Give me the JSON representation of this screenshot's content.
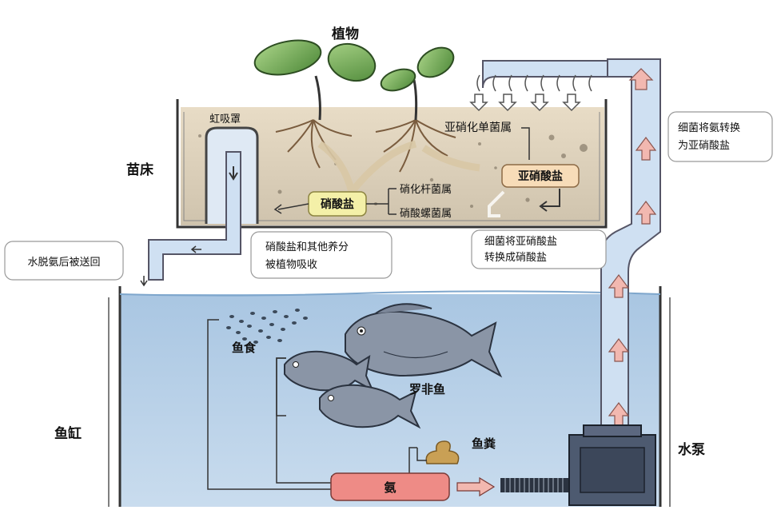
{
  "labels": {
    "plants": "植物",
    "siphon": "虹吸罩",
    "seedbed": "苗床",
    "nitrite_bacteria": "亚硝化单菌属",
    "nitrite": "亚硝酸盐",
    "nitrate": "硝酸盐",
    "nitrobacter": "硝化杆菌属",
    "nitrospira": "硝酸螺菌属",
    "water_return": "水脱氨后被送回",
    "absorption_line1": "硝酸盐和其他养分",
    "absorption_line2": "被植物吸收",
    "bacteria_nitrate_line1": "细菌将亚硝酸盐",
    "bacteria_nitrate_line2": "转换成硝酸盐",
    "bacteria_ammonia_line1": "细菌将氨转换",
    "bacteria_ammonia_line2": "为亚硝酸盐",
    "fish_food": "鱼食",
    "tilapia": "罗非鱼",
    "fish_waste": "鱼粪",
    "ammonia": "氨",
    "fish_tank": "鱼缸",
    "water_pump": "水泵"
  },
  "colors": {
    "water": "#b9d3ea",
    "pipe": "#cfe0f2",
    "soil": "#ddd1b8",
    "nitrate_box": "#f4f0a8",
    "nitrite_box": "#f7dcb8",
    "ammonia_box": "#ee8b86",
    "arrow_up": "#f2b8b0"
  }
}
